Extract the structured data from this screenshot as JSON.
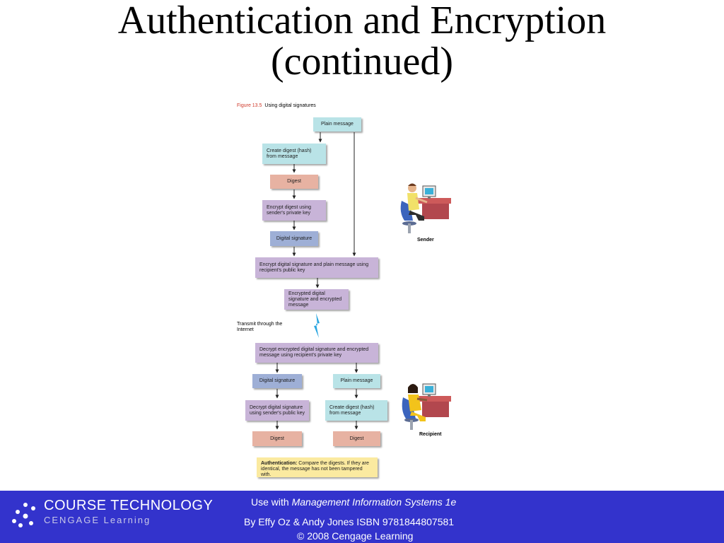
{
  "slide": {
    "title_line1": "Authentication and Encryption",
    "title_line2": "(continued)"
  },
  "figure": {
    "number": "Figure 13.5",
    "caption": "Using digital signatures",
    "nodes": {
      "plain_message_top": "Plain message",
      "create_digest_top": "Create digest (hash) from message",
      "digest_top": "Digest",
      "encrypt_digest": "Encrypt digest using sender's private key",
      "digital_signature_top": "Digital signature",
      "encrypt_both": "Encrypt digital signature and plain message using recipient's public key",
      "encrypted_output": "Encrypted digital signature and encrypted message",
      "decrypt_both": "Decrypt encrypted digital signature and encrypted message using recipient's private key",
      "digital_signature_bottom": "Digital signature",
      "plain_message_bottom": "Plain message",
      "decrypt_signature": "Decrypt digital signature using sender's public key",
      "create_digest_bottom": "Create digest (hash) from message",
      "digest_left": "Digest",
      "digest_right": "Digest",
      "auth_bold": "Authentication:",
      "auth_text": " Compare the digests. If they are identical, the message has not been tampered with."
    },
    "transmit_label": "Transmit through the Internet",
    "sender_label": "Sender",
    "recipient_label": "Recipient"
  },
  "footer": {
    "use_with_prefix": "Use with ",
    "book_title": "Management Information Systems 1e",
    "authors": "By Effy Oz & Andy Jones ISBN 9781844807581",
    "copyright": "© 2008 Cengage Learning",
    "logo_main": "COURSE TECHNOLOGY",
    "logo_sub": "CENGAGE Learning"
  },
  "colors": {
    "footer_bg": "#3333cc",
    "cyan_box": "#b9e3e7",
    "salmon_box": "#e7b2a2",
    "lavender_box": "#c8b4d8",
    "blue_box": "#9eafd6",
    "yellow_box": "#fbeaa0",
    "figure_number": "#d03b2c"
  }
}
